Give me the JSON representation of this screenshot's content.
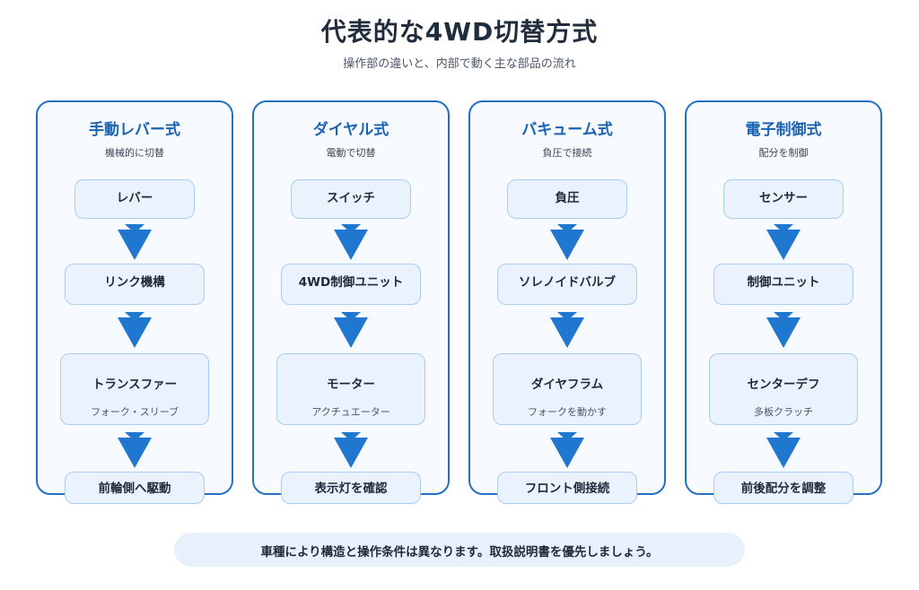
{
  "title": "代表的な4WD切替方式",
  "subtitle": "操作部の違いと、内部で動く主な部品の流れ",
  "colors": {
    "accent": "#2470c4",
    "node_fill": "#eaf3fd",
    "node_border": "#a9cdef",
    "arrow": "#1f77d0"
  },
  "columns": [
    {
      "title": "手動レバー式",
      "subtitle": "機械的に切替",
      "nodes": [
        {
          "label": "レバー"
        },
        {
          "label": "リンク機構"
        },
        {
          "label": "トランスファー",
          "sub": "フォーク・スリーブ"
        },
        {
          "label": "前輪側へ駆動"
        }
      ]
    },
    {
      "title": "ダイヤル式",
      "subtitle": "電動で切替",
      "nodes": [
        {
          "label": "スイッチ"
        },
        {
          "label": "4WD制御ユニット"
        },
        {
          "label": "モーター",
          "sub": "アクチュエーター"
        },
        {
          "label": "表示灯を確認"
        }
      ]
    },
    {
      "title": "バキューム式",
      "subtitle": "負圧で接続",
      "nodes": [
        {
          "label": "負圧"
        },
        {
          "label": "ソレノイドバルブ"
        },
        {
          "label": "ダイヤフラム",
          "sub": "フォークを動かす"
        },
        {
          "label": "フロント側接続"
        }
      ]
    },
    {
      "title": "電子制御式",
      "subtitle": "配分を制御",
      "nodes": [
        {
          "label": "センサー"
        },
        {
          "label": "制御ユニット"
        },
        {
          "label": "センターデフ",
          "sub": "多板クラッチ"
        },
        {
          "label": "前後配分を調整"
        }
      ]
    }
  ],
  "note": "車種により構造と操作条件は異なります。取扱説明書を優先しましょう。"
}
